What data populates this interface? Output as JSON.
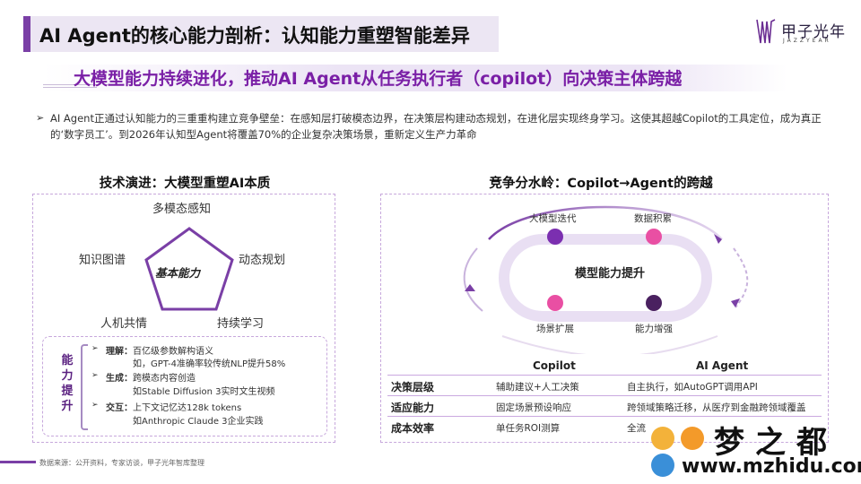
{
  "header": {
    "title": "AI Agent的核心能力剖析：认知能力重塑智能差异",
    "logo_text": "甲子光年",
    "logo_sub": "JAZZYEAR"
  },
  "subtitle": "大模型能力持续进化，推动AI Agent从任务执行者（copilot）向决策主体跨越",
  "intro": {
    "bullet": "➢",
    "text": "AI Agent正通过认知能力的三重重构建立竞争壁垒：在感知层打破模态边界，在决策层构建动态规划，在进化层实现终身学习。这使其超越Copilot的工具定位，成为真正的‘数字员工’。到2026年认知型Agent将覆盖70%的企业复杂决策场景，重新定义生产力革命"
  },
  "left": {
    "heading": "技术演进：大模型重塑AI本质",
    "core": "基本能力",
    "vertices": {
      "top": "多模态感知",
      "left": "知识图谱",
      "right": "动态规划",
      "bottom_left": "人机共情",
      "bottom_right": "持续学习"
    },
    "capability": {
      "title": "能力提升",
      "items": [
        {
          "key": "理解：",
          "line1": "百亿级参数解构语义",
          "line2": "如，GPT-4准确率较传统NLP提升58%"
        },
        {
          "key": "生成：",
          "line1": "跨模态内容创造",
          "line2": "如Stable Diffusion 3实时文生视频"
        },
        {
          "key": "交互：",
          "line1": "上下文记忆达128k tokens",
          "line2": "如Anthropic Claude 3企业实践"
        }
      ]
    }
  },
  "right": {
    "heading": "竞争分水岭：Copilot→Agent的跨越",
    "cycle": {
      "center": "模型能力提升",
      "nodes": {
        "top_left": "大模型迭代",
        "top_right": "数据积累",
        "bottom_left": "场景扩展",
        "bottom_right": "能力增强"
      }
    },
    "table": {
      "headers": [
        "Copilot",
        "AI Agent"
      ],
      "rows": [
        {
          "label": "决策层级",
          "copilot": "辅助建议+人工决策",
          "agent": "自主执行，如AutoGPT调用API"
        },
        {
          "label": "适应能力",
          "copilot": "固定场景预设响应",
          "agent": "跨领域策略迁移，从医疗到金融跨领域覆盖"
        },
        {
          "label": "成本效率",
          "copilot": "单任务ROI测算",
          "agent": "全流"
        }
      ]
    }
  },
  "source": "数据来源：公开资料，专家访谈，甲子光年智库整理",
  "watermark": {
    "brand": "梦之都",
    "url": "www.mzhidu.com"
  },
  "colors": {
    "accent": "#7a3fa6",
    "subtitle": "#7a1fa6",
    "node_purple": "#7b2fb0",
    "node_pink": "#e94fa3",
    "node_dark": "#4a2160"
  }
}
